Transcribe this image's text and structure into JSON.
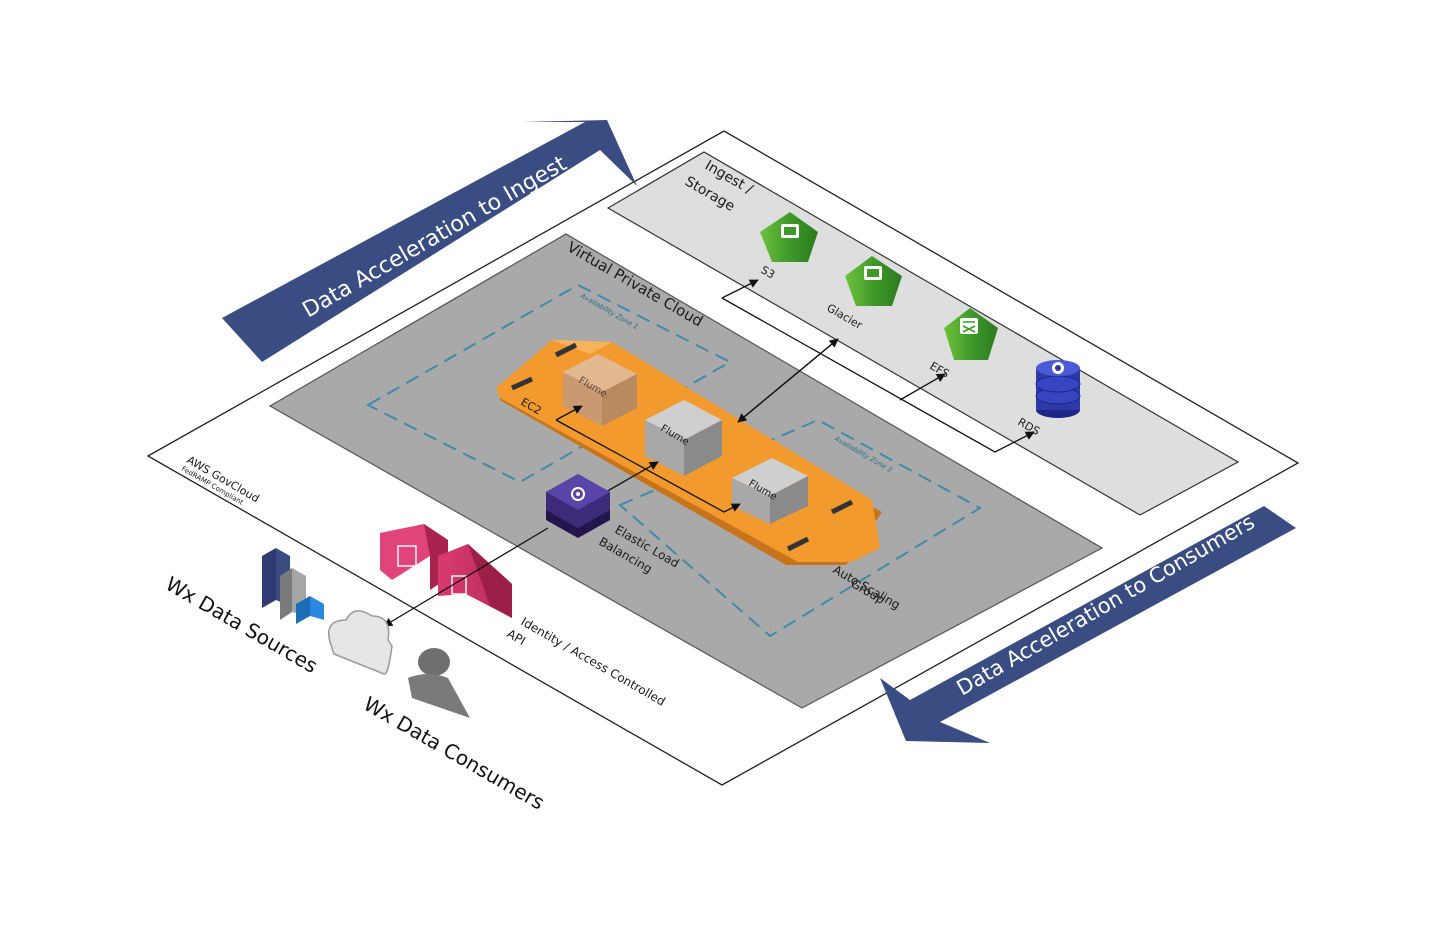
{
  "arrows": {
    "ingest": "Data Acceleration to Ingest",
    "consumers": "Data Acceleration to Consumers"
  },
  "govcloud": {
    "title": "AWS GovCloud",
    "subtitle": "FedRAMP Compliant"
  },
  "storage": {
    "title_line1": "Ingest /",
    "title_line2": "Storage",
    "services": [
      "S3",
      "Glacier",
      "EFS",
      "RDS"
    ]
  },
  "vpc": {
    "title": "Virtual Private Cloud",
    "zone1": "Availability Zone 1",
    "zone2": "Availability Zone 2"
  },
  "asg": {
    "ec2": "EC2",
    "flume": [
      "Flume",
      "Flume",
      "Flume"
    ],
    "label_line1": "Auto Scaling",
    "label_line2": "Group"
  },
  "elb": {
    "line1": "Elastic Load",
    "line2": "Balancing"
  },
  "api": {
    "line1": "Identity / Access Controlled",
    "line2": "API"
  },
  "sources": "Wx Data Sources",
  "consumers": "Wx Data Consumers",
  "colors": {
    "arrow": "#3a4d82",
    "orange": "#f29a2e",
    "green": "#3f9a2a",
    "pink": "#e0447a",
    "elb": "#3d2a78",
    "rds": "#2d3aa8",
    "vpc": "#a9a9a9",
    "storage": "#dedede"
  }
}
